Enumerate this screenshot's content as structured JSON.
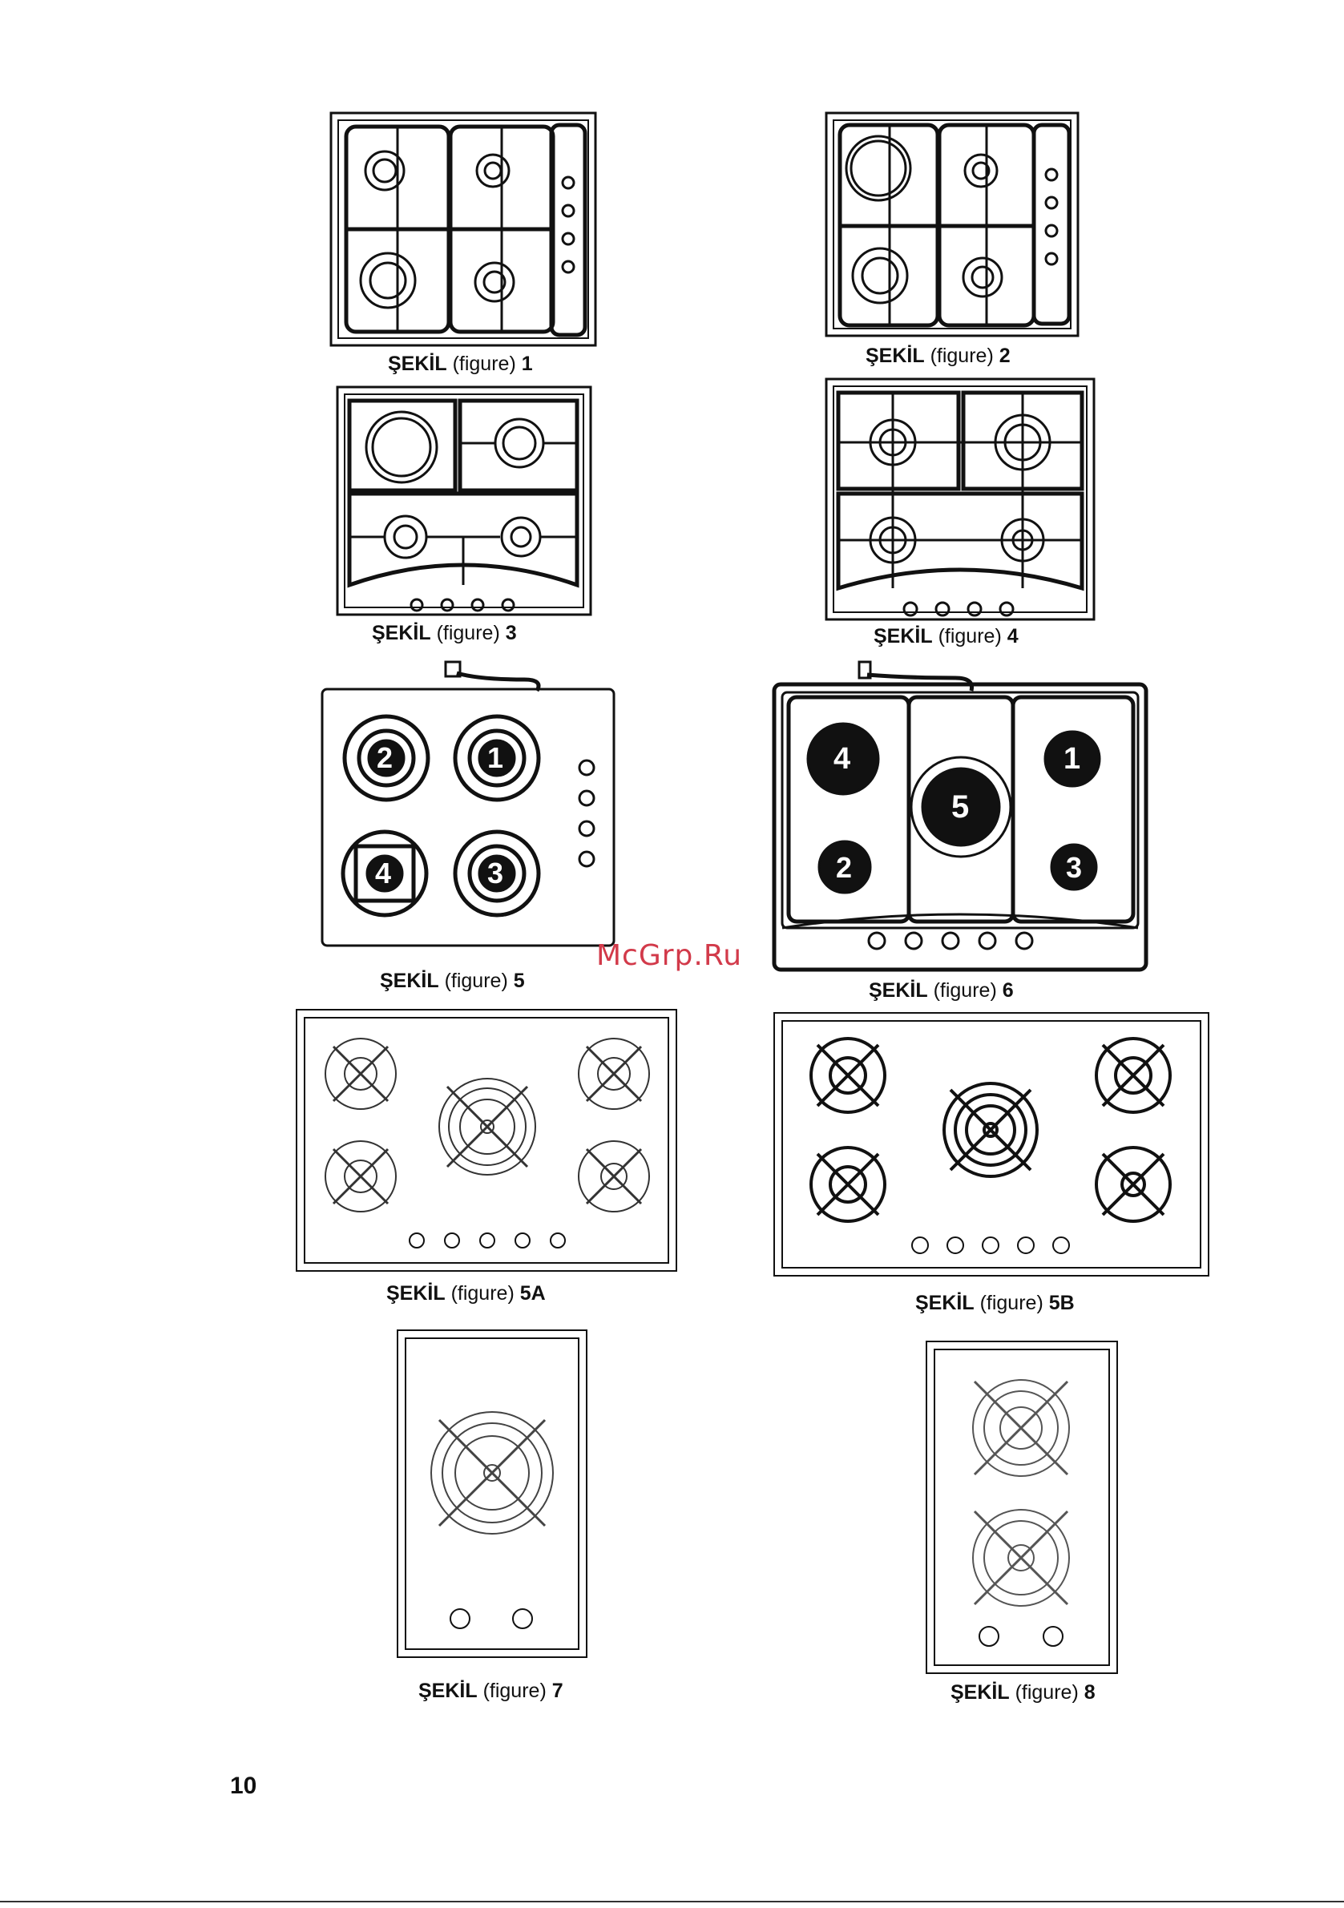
{
  "page_number": "10",
  "watermark": "McGrp.Ru",
  "figures": [
    {
      "word": "ŞEKİL",
      "paren": "(figure)",
      "num": "1"
    },
    {
      "word": "ŞEKİL",
      "paren": "(figure)",
      "num": "2"
    },
    {
      "word": "ŞEKİL",
      "paren": "(figure)",
      "num": "3"
    },
    {
      "word": "ŞEKİL",
      "paren": "(figure)",
      "num": "4"
    },
    {
      "word": "ŞEKİL",
      "paren": "(figure)",
      "num": "5"
    },
    {
      "word": "ŞEKİL",
      "paren": "(figure)",
      "num": "6"
    },
    {
      "word": "ŞEKİL",
      "paren": "(figure)",
      "num": "5A"
    },
    {
      "word": "ŞEKİL",
      "paren": "(figure)",
      "num": "5B"
    },
    {
      "word": "ŞEKİL",
      "paren": "(figure)",
      "num": "7"
    },
    {
      "word": "ŞEKİL",
      "paren": "(figure)",
      "num": "8"
    }
  ],
  "burner_labels_fig5": [
    "2",
    "1",
    "4",
    "3"
  ],
  "burner_labels_fig6": [
    "4",
    "1",
    "5",
    "2",
    "3"
  ]
}
